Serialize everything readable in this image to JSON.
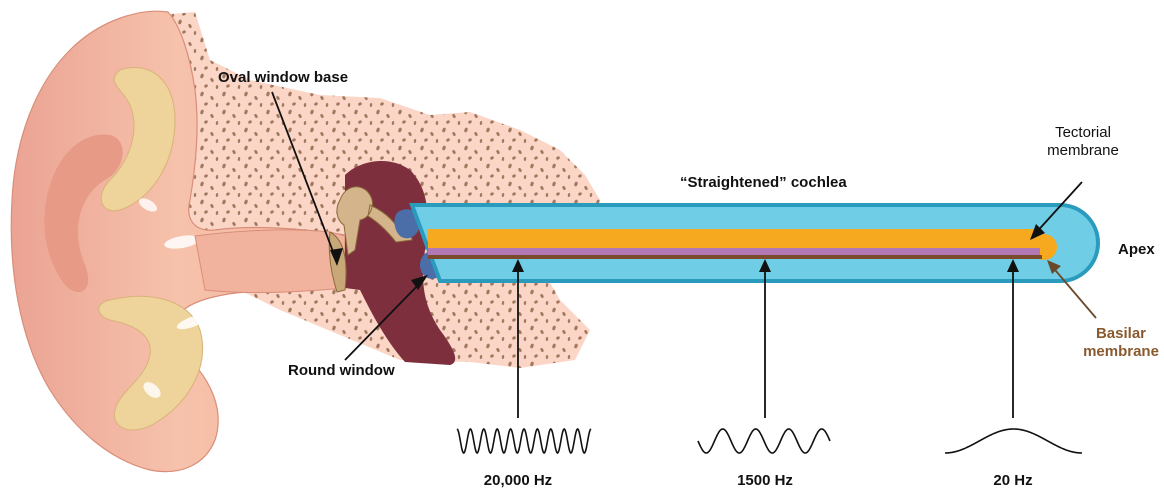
{
  "labels": {
    "oval_window": "Oval window base",
    "round_window": "Round window",
    "cochlea": "“Straightened” cochlea",
    "tectorial_line1": "Tectorial",
    "tectorial_line2": "membrane",
    "apex": "Apex",
    "basilar_line1": "Basilar",
    "basilar_line2": "membrane"
  },
  "frequencies": [
    {
      "label": "20,000 Hz"
    },
    {
      "label": "1500 Hz"
    },
    {
      "label": "20 Hz"
    }
  ],
  "colors": {
    "skin": "#f5c1a8",
    "skin_dark": "#e79a86",
    "bone": "#fbd6c6",
    "cartilage": "#eed39a",
    "cavity": "#7e2f3e",
    "tube": "#6fcde6",
    "tube_border": "#2a9bbd",
    "tectorial": "#f6a81e",
    "strip_purple": "#b079b5",
    "basilar": "#7a4a2a",
    "basilar_text": "#8a5a2f",
    "round_window": "#4b6ea8"
  }
}
